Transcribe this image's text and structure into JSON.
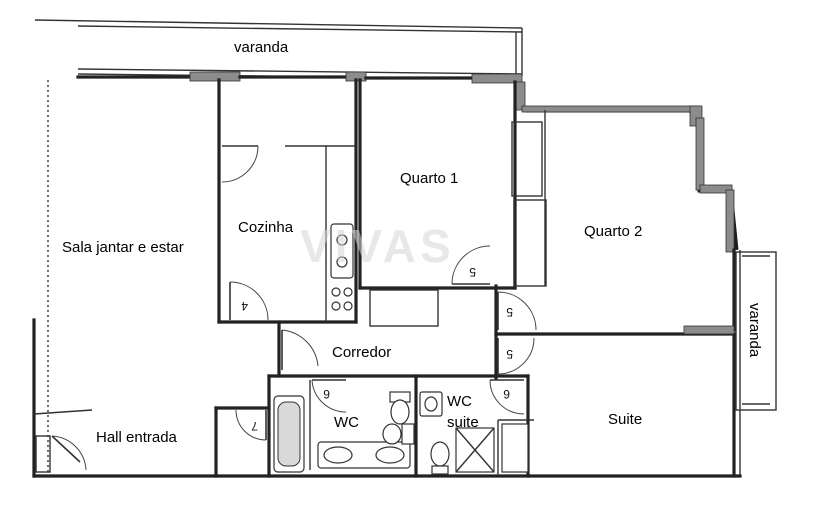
{
  "floor_plan": {
    "rooms": {
      "varanda_top": "varanda",
      "sala": "Sala jantar e estar",
      "cozinha": "Cozinha",
      "quarto1": "Quarto 1",
      "quarto2": "Quarto 2",
      "varanda_side": "varanda",
      "corredor": "Corredor",
      "hall": "Hall entrada",
      "wc": "WC",
      "wc_suite_line1": "WC",
      "wc_suite_line2": "suite",
      "suite": "Suite"
    },
    "door_numbers": {
      "cozinha_door": "4",
      "quarto1_door": "5",
      "quarto2_door": "5",
      "suite_door": "5",
      "wc_door": "6",
      "wc_suite_door": "6",
      "hall_closet_door": "7"
    },
    "watermark": "VIVAS"
  }
}
